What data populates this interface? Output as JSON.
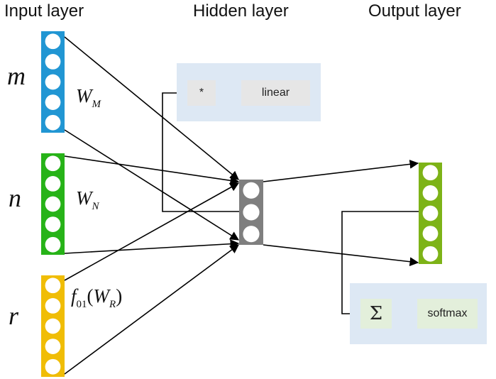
{
  "titles": {
    "input": "Input layer",
    "hidden": "Hidden layer",
    "output": "Output layer"
  },
  "inputs": [
    {
      "var": "m",
      "weight_main": "W",
      "weight_sub": "M",
      "color": "#2196d3",
      "nodes": 5
    },
    {
      "var": "n",
      "weight_main": "W",
      "weight_sub": "N",
      "color": "#27b318",
      "nodes": 5
    },
    {
      "var": "r",
      "weight_func": "f",
      "weight_func_sub": "01",
      "weight_main": "W",
      "weight_sub": "R",
      "color": "#f0bd06",
      "nodes": 5
    }
  ],
  "hidden": {
    "color": "#7f7f7f",
    "nodes": 3
  },
  "output": {
    "color": "#7db317",
    "nodes": 5
  },
  "top_ops": {
    "op1": "*",
    "op2": "linear",
    "box_color": "#dde8f4"
  },
  "bottom_ops": {
    "op1": "Σ",
    "op2": "softmax",
    "box_color": "#dde8f4"
  }
}
